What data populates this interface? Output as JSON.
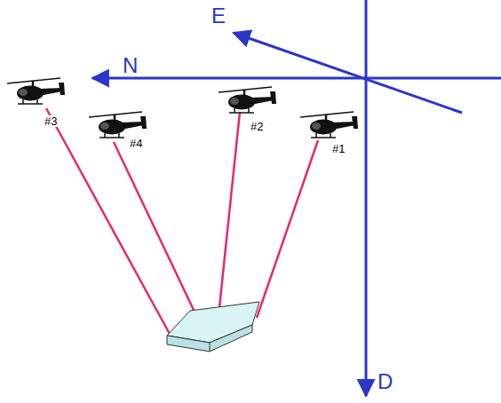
{
  "diagram": {
    "labels": [
      "E",
      "N",
      "#3",
      "#4",
      "#2",
      "#1",
      "D"
    ]
  }
}
